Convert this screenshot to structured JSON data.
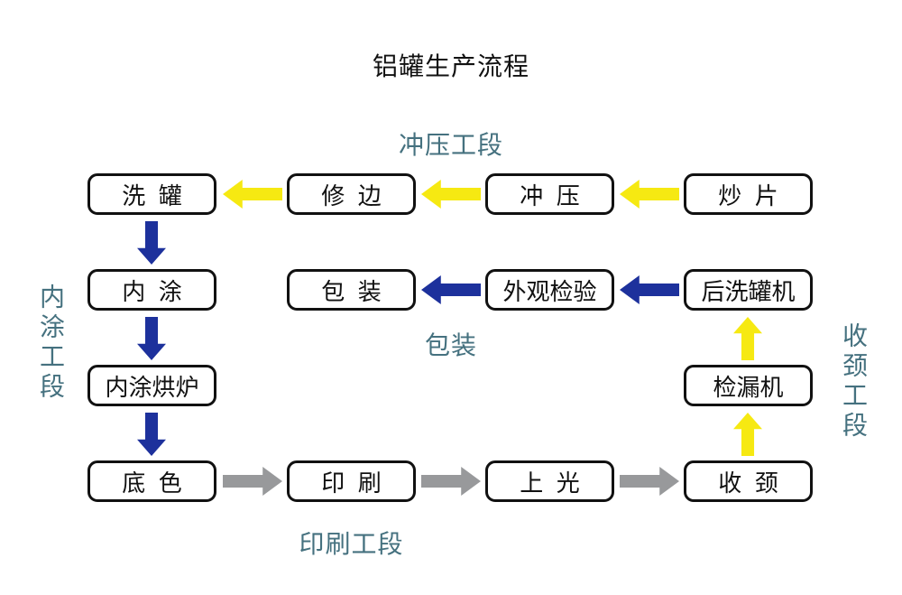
{
  "title": "铝罐生产流程",
  "colors": {
    "yellow": "#f6e912",
    "navy": "#1d319c",
    "gray": "#98999b",
    "teal": "#45717f",
    "box_border": "#111111",
    "background": "#ffffff",
    "text": "#111111"
  },
  "section_labels": {
    "stamping": "冲压工段",
    "inner_coating": "内涂工段",
    "packing": "包装",
    "necking": "收颈工段",
    "printing": "印刷工段"
  },
  "nodes": {
    "wash_can": "洗  罐",
    "trim_edge": "修  边",
    "stamping": "冲  压",
    "fry_sheet": "炒  片",
    "inner_coating": "内  涂",
    "packing": "包  装",
    "visual_inspection": "外观检验",
    "post_wash_machine": "后洗罐机",
    "inner_coating_oven": "内涂烘炉",
    "leak_detector": "检漏机",
    "base_color": "底  色",
    "printing": "印  刷",
    "varnishing": "上  光",
    "necking": "收  颈"
  },
  "arrows": [
    {
      "from": "trim_edge",
      "to": "wash_can",
      "direction": "left",
      "color": "yellow"
    },
    {
      "from": "stamping",
      "to": "trim_edge",
      "direction": "left",
      "color": "yellow"
    },
    {
      "from": "fry_sheet",
      "to": "stamping",
      "direction": "left",
      "color": "yellow"
    },
    {
      "from": "visual_inspection",
      "to": "packing",
      "direction": "left",
      "color": "navy"
    },
    {
      "from": "post_wash_machine",
      "to": "visual_inspection",
      "direction": "left",
      "color": "navy"
    },
    {
      "from": "wash_can",
      "to": "inner_coating",
      "direction": "down",
      "color": "navy"
    },
    {
      "from": "inner_coating",
      "to": "inner_coating_oven",
      "direction": "down",
      "color": "navy"
    },
    {
      "from": "inner_coating_oven",
      "to": "base_color",
      "direction": "down",
      "color": "navy"
    },
    {
      "from": "base_color",
      "to": "printing",
      "direction": "right",
      "color": "gray"
    },
    {
      "from": "printing",
      "to": "varnishing",
      "direction": "right",
      "color": "gray"
    },
    {
      "from": "varnishing",
      "to": "necking",
      "direction": "right",
      "color": "gray"
    },
    {
      "from": "necking",
      "to": "leak_detector",
      "direction": "up",
      "color": "yellow"
    },
    {
      "from": "leak_detector",
      "to": "post_wash_machine",
      "direction": "up",
      "color": "yellow"
    }
  ]
}
